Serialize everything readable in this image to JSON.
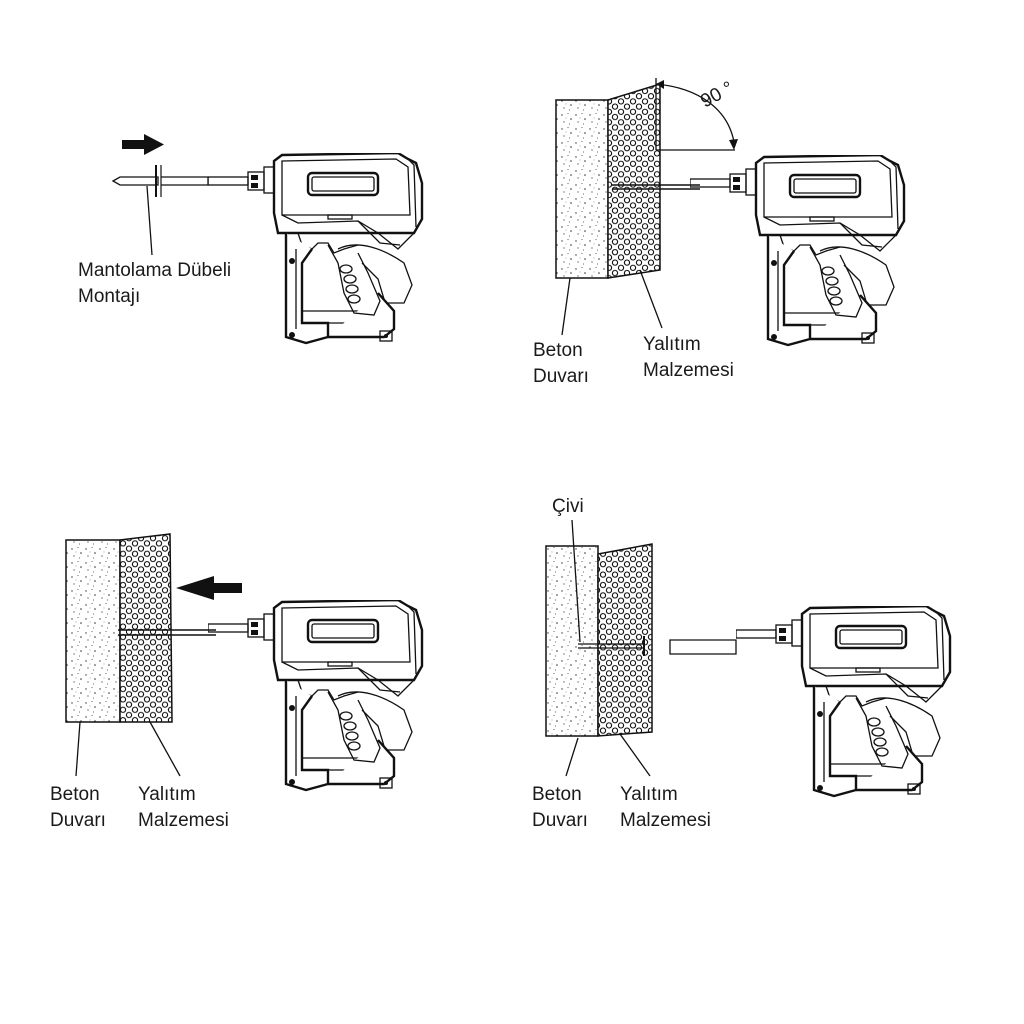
{
  "panels": [
    {
      "id": "p1",
      "labels": {
        "line1": "Mantolama Dübeli",
        "line2": "Montajı"
      }
    },
    {
      "id": "p2",
      "angle": "90 °",
      "wall": {
        "line1": "Beton",
        "line2": "Duvarı"
      },
      "insulation": {
        "line1": "Yalıtım",
        "line2": "Malzemesi"
      }
    },
    {
      "id": "p3",
      "wall": {
        "line1": "Beton",
        "line2": "Duvarı"
      },
      "insulation": {
        "line1": "Yalıtım",
        "line2": "Malzemesi"
      }
    },
    {
      "id": "p4",
      "nail": "Çivi",
      "wall": {
        "line1": "Beton",
        "line2": "Duvarı"
      },
      "insulation": {
        "line1": "Yalıtım",
        "line2": "Malzemesi"
      }
    }
  ],
  "icons": [
    "nail-gun-icon",
    "arrow-right-icon",
    "arrow-left-icon",
    "angle-arc-icon"
  ]
}
